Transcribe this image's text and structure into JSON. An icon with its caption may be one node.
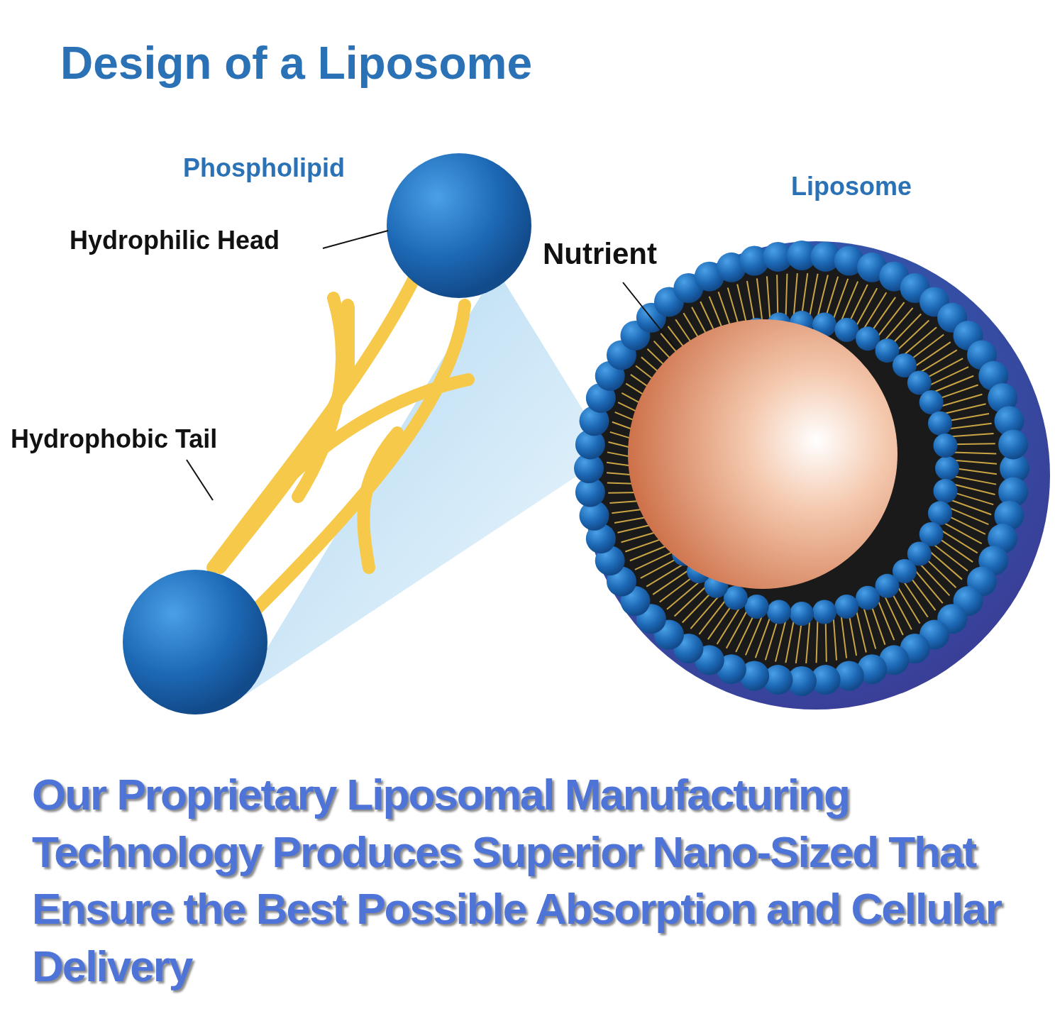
{
  "diagram": {
    "title": "Design of a Liposome",
    "caption": "Our Proprietary Liposomal Manufacturing Technology Produces Superior Nano-Sized That Ensure the Best Possible Absorption and Cellular Delivery",
    "nodes": [
      {
        "text": [
          "Hydrophilic Head"
        ]
      },
      {
        "text": [],
        "shape": "circle"
      },
      {
        "text": [
          "Hydrophobic Tail"
        ]
      },
      {
        "text": [],
        "shape": "picture"
      },
      {
        "text": [
          "Nutrient"
        ]
      },
      {
        "text": [],
        "shape": "circle"
      }
    ],
    "edges": [
      {
        "from": 0,
        "to": 1,
        "arrow": "none"
      },
      {
        "from": 2,
        "to": 3,
        "arrow": "none"
      },
      {
        "from": 4,
        "to": 5,
        "arrow": "none"
      }
    ],
    "labels": [
      "Phospholipid",
      "Liposome"
    ]
  }
}
